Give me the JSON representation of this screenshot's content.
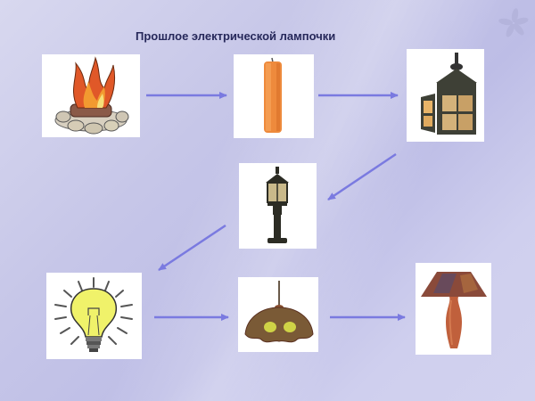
{
  "title": "Прошлое электрической лампочки",
  "colors": {
    "background": "#c6c6e8",
    "title": "#26285a",
    "arrow": "#7a7ae0"
  },
  "decoration": {
    "icon": "flower-icon"
  },
  "stages": [
    {
      "id": "campfire",
      "label": "Костёр",
      "icon": "campfire-icon"
    },
    {
      "id": "candle",
      "label": "Свеча",
      "icon": "candle-icon"
    },
    {
      "id": "lantern",
      "label": "Фонарь",
      "icon": "lantern-icon"
    },
    {
      "id": "street-lamp",
      "label": "Уличный фонарь",
      "icon": "street-lamp-icon"
    },
    {
      "id": "light-bulb",
      "label": "Лампочка",
      "icon": "light-bulb-icon"
    },
    {
      "id": "pendant-lamp",
      "label": "Люстра",
      "icon": "pendant-lamp-icon"
    },
    {
      "id": "table-lamp",
      "label": "Настольная лампа",
      "icon": "table-lamp-icon"
    }
  ],
  "arrows": [
    {
      "from": "campfire",
      "to": "candle"
    },
    {
      "from": "candle",
      "to": "lantern"
    },
    {
      "from": "lantern",
      "to": "street-lamp"
    },
    {
      "from": "street-lamp",
      "to": "light-bulb"
    },
    {
      "from": "light-bulb",
      "to": "pendant-lamp"
    },
    {
      "from": "pendant-lamp",
      "to": "table-lamp"
    }
  ]
}
